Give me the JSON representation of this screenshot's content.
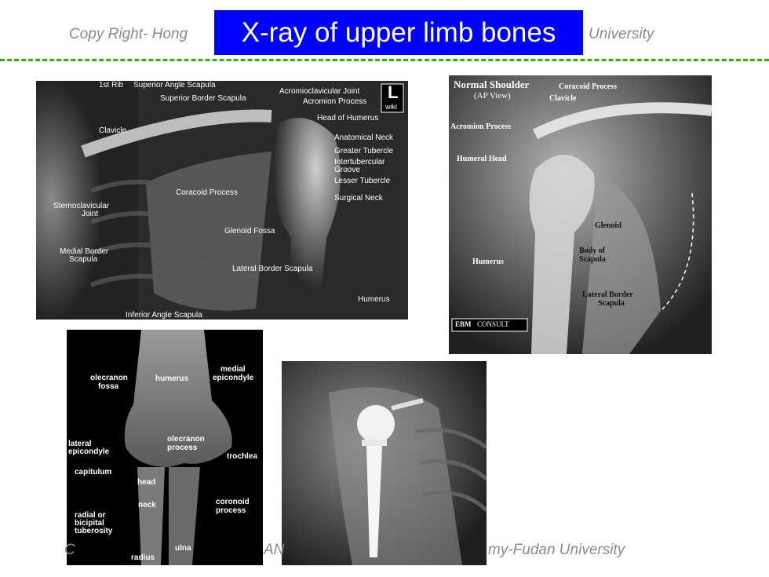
{
  "header": {
    "copyright_top": "Copy Right- Hong",
    "title": "X-ray of upper limb bones",
    "university_top": "University"
  },
  "footer": {
    "copyright_bottom_left": "C",
    "copyright_bottom_mid": "AN",
    "university_bottom": "my-Fudan University"
  },
  "panel1": {
    "labels": {
      "first_rib": "1st Rib",
      "superior_angle": "Superior Angle Scapula",
      "superior_border": "Superior Border Scapula",
      "ac_joint": "Acromioclavicular Joint",
      "acromion": "Acromion Process",
      "head_humerus": "Head of Humerus",
      "clavicle": "Clavicle",
      "anatomical_neck": "Anatomical Neck",
      "greater_tubercle": "Greater Tubercle",
      "intertubercular_1": "Intertubercular",
      "intertubercular_2": "Groove",
      "lesser_tubercle": "Lesser Tubercle",
      "coracoid": "Coracoid Process",
      "sternoclavicular_1": "Sternoclavicular",
      "sternoclavicular_2": "Joint",
      "surgical_neck": "Surgical Neck",
      "glenoid_fossa": "Glenoid Fossa",
      "medial_border_1": "Medial Border",
      "medial_border_2": "Scapula",
      "lateral_border": "Lateral Border Scapula",
      "humerus": "Humerus",
      "inferior_angle": "Inferior Angle Scapula"
    },
    "badge_letter": "L",
    "badge_text": "wiki"
  },
  "panel2": {
    "title_1": "Normal Shoulder",
    "title_2": "(AP View)",
    "labels": {
      "coracoid": "Coracoid Process",
      "clavicle": "Clavicle",
      "acromion": "Acromion Process",
      "humeral_head": "Humeral Head",
      "glenoid": "Glenoid",
      "body_scapula_1": "Body of",
      "body_scapula_2": "Scapula",
      "humerus": "Humerus",
      "lateral_border_1": "Lateral Border",
      "lateral_border_2": "Scapula"
    },
    "brand_1": "EBM",
    "brand_2": "CONSULT"
  },
  "panel3": {
    "labels": {
      "olecranon_fossa_1": "olecranon",
      "olecranon_fossa_2": "fossa",
      "humerus": "humerus",
      "medial_epicondyle_1": "medial",
      "medial_epicondyle_2": "epicondyle",
      "lateral_epicondyle_1": "lateral",
      "lateral_epicondyle_2": "epicondyle",
      "olecranon_process_1": "olecranon",
      "olecranon_process_2": "process",
      "trochlea": "trochlea",
      "capitulum": "capitulum",
      "head": "head",
      "neck": "neck",
      "coronoid_1": "coronoid",
      "coronoid_2": "process",
      "radial_tuberosity_1": "radial or",
      "radial_tuberosity_2": "bicipital",
      "radial_tuberosity_3": "tuberosity",
      "ulna": "ulna",
      "radius": "radius"
    }
  }
}
